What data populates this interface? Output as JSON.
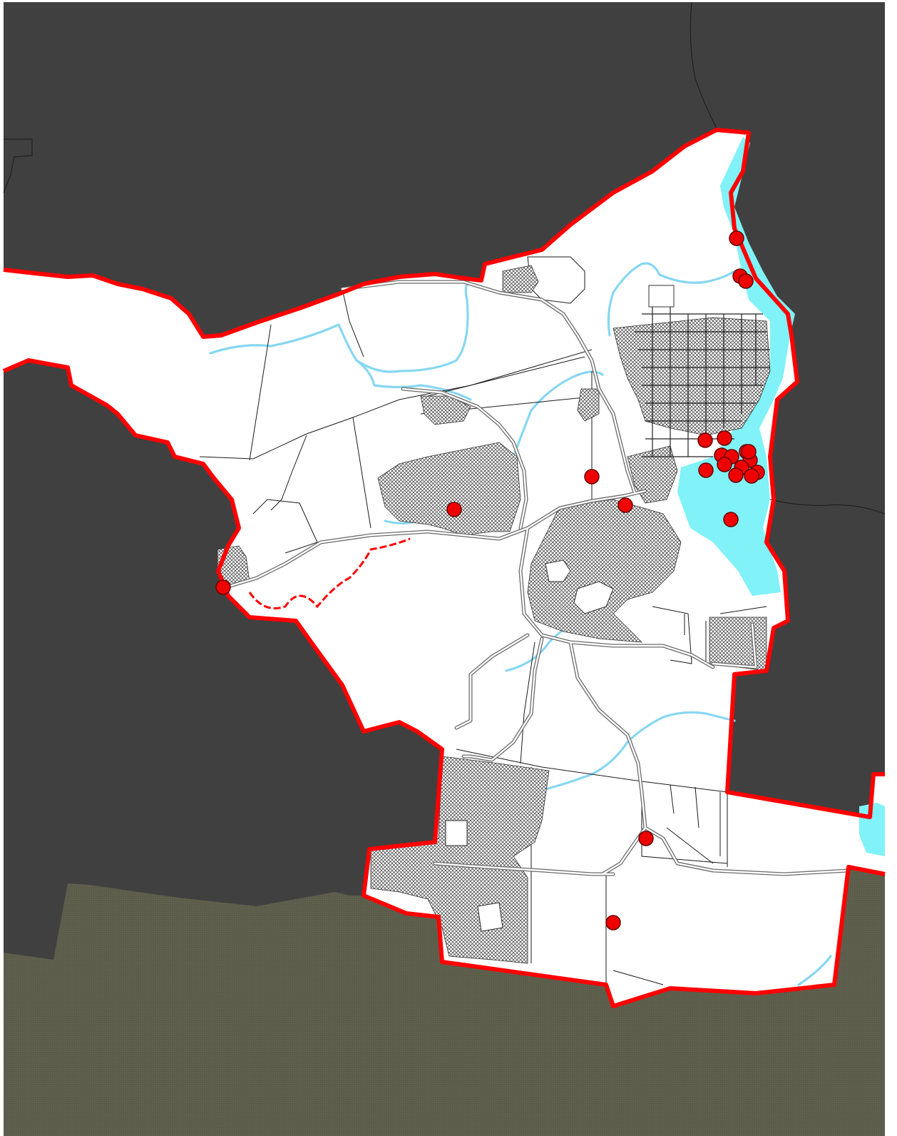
{
  "map": {
    "kind": "land parcel map",
    "colors": {
      "outside_area": "#404040",
      "ocean_south": "#5c5c4a",
      "boundary": "#ff0000",
      "water": "#80f2f8",
      "creek": "#86d7f2",
      "marker_fill": "#ee0000",
      "marker_stroke": "#660000",
      "land": "#ffffff"
    },
    "markers": [
      {
        "name": "marker-01"
      },
      {
        "name": "marker-02"
      },
      {
        "name": "marker-03"
      },
      {
        "name": "marker-04"
      },
      {
        "name": "marker-05"
      },
      {
        "name": "marker-06"
      },
      {
        "name": "marker-07"
      },
      {
        "name": "marker-08"
      },
      {
        "name": "marker-09"
      },
      {
        "name": "marker-10"
      },
      {
        "name": "marker-11"
      },
      {
        "name": "marker-12"
      },
      {
        "name": "marker-13"
      },
      {
        "name": "marker-14"
      },
      {
        "name": "marker-15"
      },
      {
        "name": "marker-16"
      },
      {
        "name": "marker-17"
      },
      {
        "name": "marker-18"
      },
      {
        "name": "marker-19"
      },
      {
        "name": "marker-20"
      },
      {
        "name": "marker-21"
      },
      {
        "name": "marker-22"
      },
      {
        "name": "marker-23"
      }
    ]
  }
}
